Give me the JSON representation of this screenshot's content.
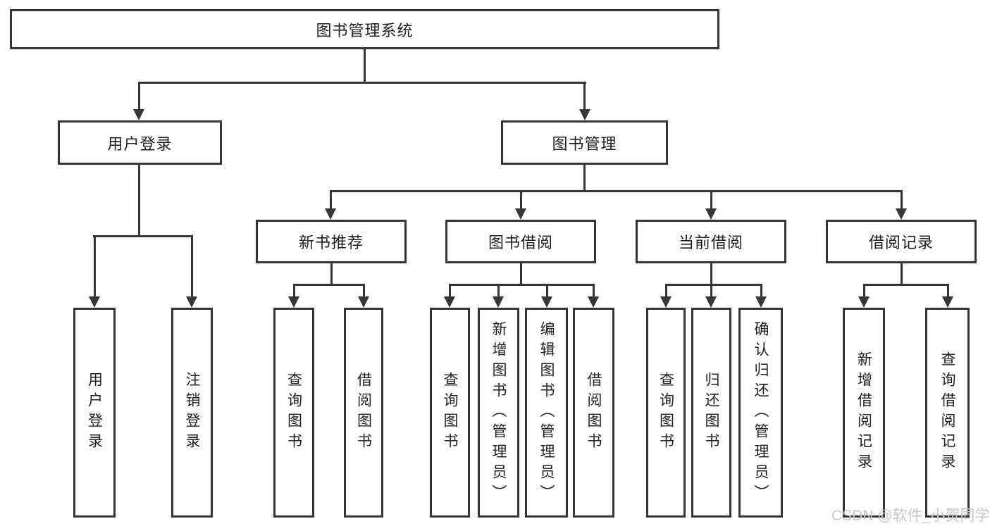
{
  "tree": {
    "root": {
      "label": "图书管理系统"
    },
    "level2": [
      {
        "label": "用户登录",
        "children": [
          {
            "label": "用户登录"
          },
          {
            "label": "注销登录"
          }
        ]
      },
      {
        "label": "图书管理",
        "sections": [
          {
            "label": "新书推荐",
            "children": [
              {
                "label": "查询图书"
              },
              {
                "label": "借阅图书"
              }
            ]
          },
          {
            "label": "图书借阅",
            "children": [
              {
                "label": "查询图书"
              },
              {
                "label": "新增图书（管理员）"
              },
              {
                "label": "编辑图书（管理员）"
              },
              {
                "label": "借阅图书"
              }
            ]
          },
          {
            "label": "当前借阅",
            "children": [
              {
                "label": "查询图书"
              },
              {
                "label": "归还图书"
              },
              {
                "label": "确认归还（管理员）"
              }
            ]
          },
          {
            "label": "借阅记录",
            "children": [
              {
                "label": "新增借阅记录"
              },
              {
                "label": "查询借阅记录"
              }
            ]
          }
        ]
      }
    ]
  },
  "watermark": {
    "text": "CSDN @软件_小贺同学"
  },
  "colors": {
    "line": "#363636",
    "text": "#1f1f1f",
    "background": "#ffffff",
    "watermark": "#c6c6c6"
  }
}
